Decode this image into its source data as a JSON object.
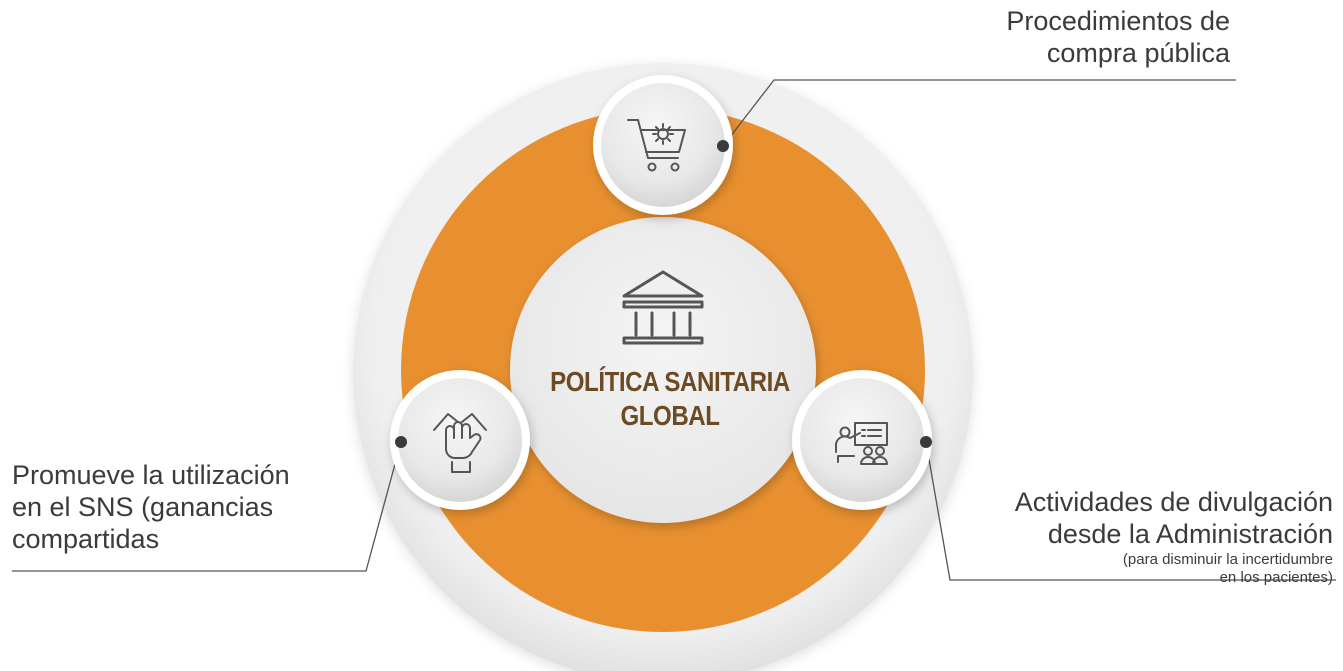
{
  "center": {
    "title_lines": [
      "POLÍTICA SANITARIA",
      "GLOBAL"
    ],
    "icon": "government-building-icon"
  },
  "nodes": {
    "top": {
      "icon": "shopping-cart-gear-icon",
      "label_lines": [
        "Procedimientos de",
        "compra pública"
      ]
    },
    "left": {
      "icon": "joined-hands-icon",
      "label_lines": [
        "Promueve la utilización",
        "en el SNS (ganancias",
        "compartidas"
      ]
    },
    "right": {
      "icon": "presentation-audience-icon",
      "label_lines": [
        "Actividades de divulgación",
        "desde la Administración"
      ],
      "note_lines": [
        "(para disminuir la incertidumbre",
        "en los pacientes)"
      ]
    }
  },
  "colors": {
    "ring": "#E89030",
    "title": "#6B4A24",
    "text": "#3B3B3B",
    "line": "#555555",
    "node_fill": "#EDEDED",
    "outer_fill": "#F1F1F1"
  }
}
